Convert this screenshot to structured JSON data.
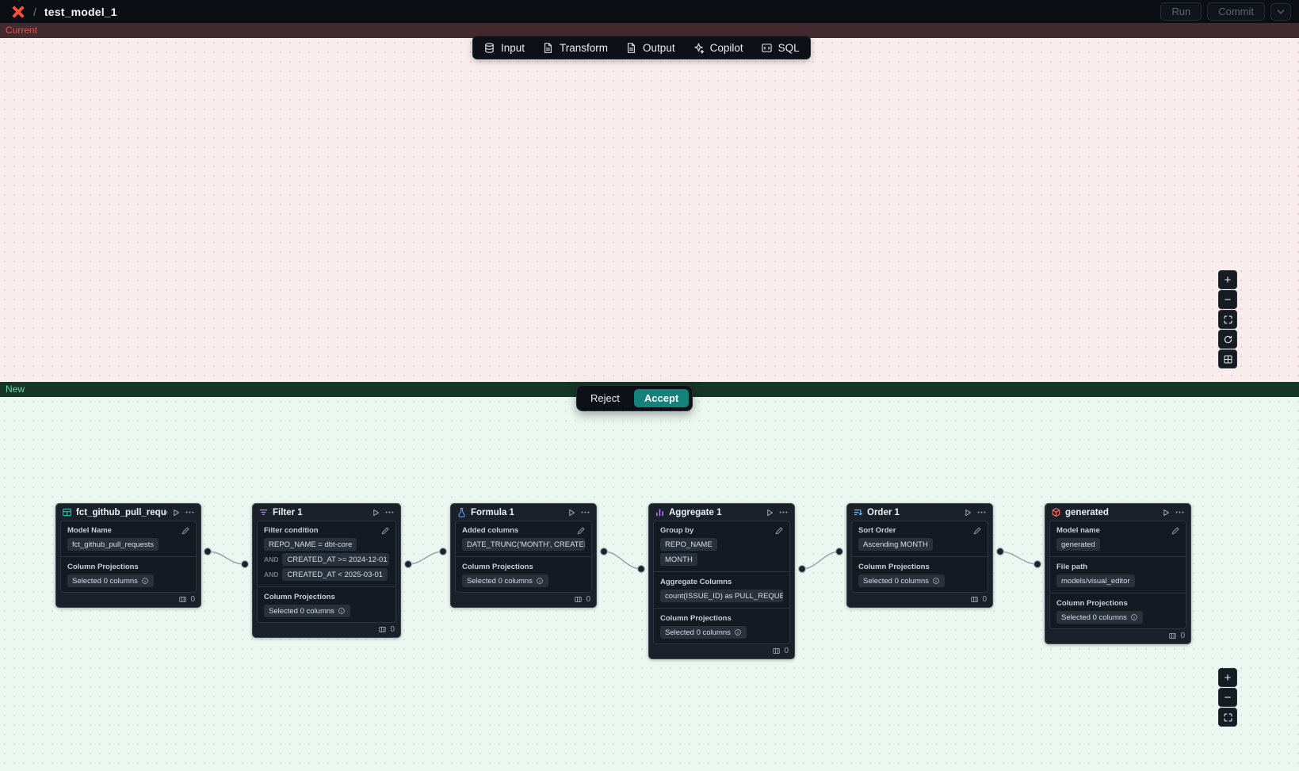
{
  "header": {
    "separator": "/",
    "title": "test_model_1",
    "run_label": "Run",
    "commit_label": "Commit"
  },
  "toolbar": {
    "items": [
      {
        "label": "Input",
        "icon": "input-icon"
      },
      {
        "label": "Transform",
        "icon": "transform-icon"
      },
      {
        "label": "Output",
        "icon": "output-icon"
      },
      {
        "label": "Copilot",
        "icon": "copilot-icon"
      },
      {
        "label": "SQL",
        "icon": "sql-icon"
      }
    ]
  },
  "diff": {
    "current_label": "Current",
    "new_label": "New",
    "reject_label": "Reject",
    "accept_label": "Accept"
  },
  "colors": {
    "accent_teal": "#12827b",
    "current_band_bg": "#432a2e",
    "current_band_text": "#e2574e",
    "new_band_bg": "#173527",
    "new_band_text": "#6bd9a6",
    "current_canvas_bg": "#f9ecec",
    "new_canvas_bg": "#ebf7f1"
  },
  "controls": {
    "zoom_in_glyph": "+",
    "zoom_out_glyph": "−"
  },
  "nodes": [
    {
      "title": "fct_github_pull_requests",
      "icon": "table-icon",
      "icon_color": "#2fbfa6",
      "footer_count": "0",
      "sections": [
        {
          "label": "Model Name",
          "rows": [
            {
              "value": "fct_github_pull_requests"
            }
          ]
        },
        {
          "label": "Column Projections",
          "rows": [
            {
              "value": "Selected 0 columns",
              "info_icon": true
            }
          ]
        }
      ]
    },
    {
      "title": "Filter 1",
      "icon": "filter-icon",
      "icon_color": "#a78bfa",
      "footer_count": "0",
      "sections": [
        {
          "label": "Filter condition",
          "rows": [
            {
              "value": "REPO_NAME = dbt-core"
            },
            {
              "prefix": "AND",
              "value": "CREATED_AT >= 2024-12-01"
            },
            {
              "prefix": "AND",
              "value": "CREATED_AT < 2025-03-01"
            }
          ]
        },
        {
          "label": "Column Projections",
          "rows": [
            {
              "value": "Selected 0 columns",
              "info_icon": true
            }
          ]
        }
      ]
    },
    {
      "title": "Formula 1",
      "icon": "formula-icon",
      "icon_color": "#539bf5",
      "footer_count": "0",
      "sections": [
        {
          "label": "Added columns",
          "rows": [
            {
              "value": "DATE_TRUNC('MONTH', CREATED_AT…"
            }
          ]
        },
        {
          "label": "Column Projections",
          "rows": [
            {
              "value": "Selected 0 columns",
              "info_icon": true
            }
          ]
        }
      ]
    },
    {
      "title": "Aggregate 1",
      "icon": "aggregate-icon",
      "icon_color": "#b083f0",
      "footer_count": "0",
      "sections": [
        {
          "label": "Group by",
          "rows": [
            {
              "value": "REPO_NAME"
            },
            {
              "value": "MONTH"
            }
          ]
        },
        {
          "label": "Aggregate Columns",
          "rows": [
            {
              "value": "count(ISSUE_ID) as PULL_REQUEST_…"
            }
          ]
        },
        {
          "label": "Column Projections",
          "rows": [
            {
              "value": "Selected 0 columns",
              "info_icon": true
            }
          ]
        }
      ]
    },
    {
      "title": "Order 1",
      "icon": "sort-icon",
      "icon_color": "#6cb6ff",
      "footer_count": "0",
      "sections": [
        {
          "label": "Sort Order",
          "rows": [
            {
              "value": "Ascending MONTH"
            }
          ]
        },
        {
          "label": "Column Projections",
          "rows": [
            {
              "value": "Selected 0 columns",
              "info_icon": true
            }
          ]
        }
      ]
    },
    {
      "title": "generated",
      "icon": "model-icon",
      "icon_color": "#f47067",
      "footer_count": "0",
      "sections": [
        {
          "label": "Model name",
          "rows": [
            {
              "value": "generated"
            }
          ]
        },
        {
          "label": "File path",
          "rows": [
            {
              "value": "models/visual_editor"
            }
          ]
        },
        {
          "label": "Column Projections",
          "rows": [
            {
              "value": "Selected 0 columns",
              "info_icon": true
            }
          ]
        }
      ]
    }
  ]
}
